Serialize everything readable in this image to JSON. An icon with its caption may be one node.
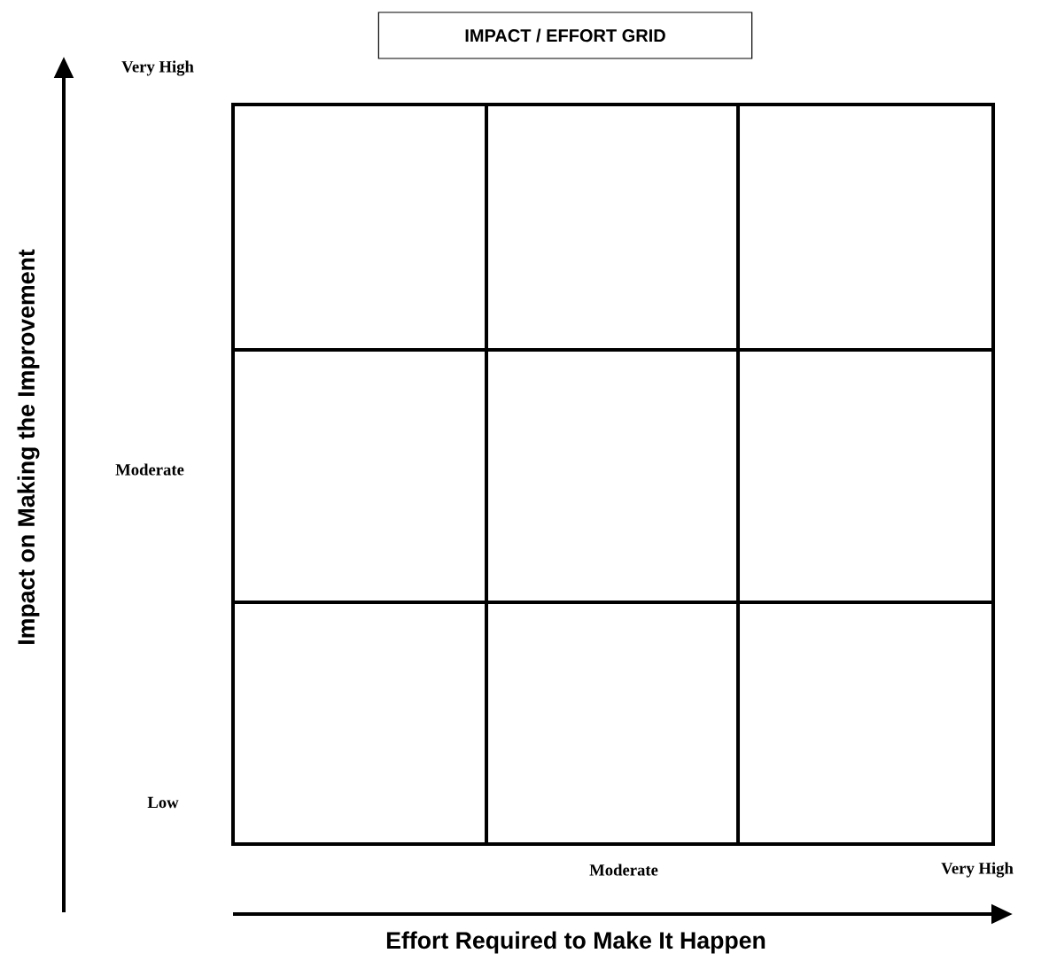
{
  "diagram": {
    "title": "IMPACT / EFFORT GRID",
    "labels": [
      "Very High",
      "Impact on Making the Improvement",
      "Moderate",
      "Low",
      "Moderate",
      "Very High",
      "Effort Required to Make It Happen"
    ]
  }
}
